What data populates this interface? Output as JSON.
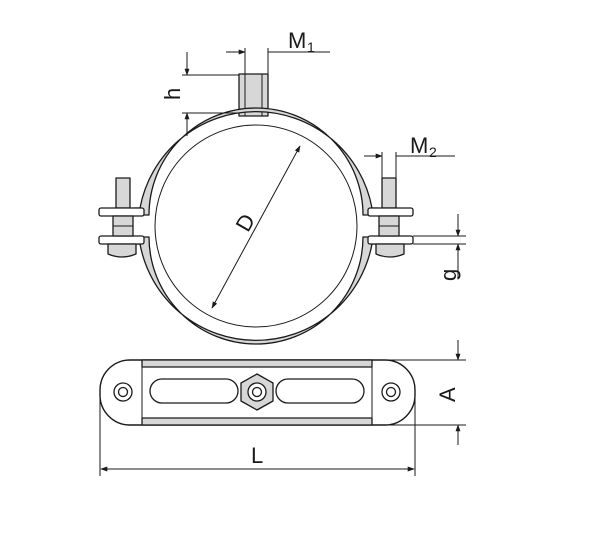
{
  "labels": {
    "M1": {
      "base": "M",
      "sub": "1"
    },
    "M2": {
      "base": "M",
      "sub": "2"
    },
    "h": "h",
    "D": "D",
    "g": "g",
    "A": "A",
    "L": "L"
  }
}
